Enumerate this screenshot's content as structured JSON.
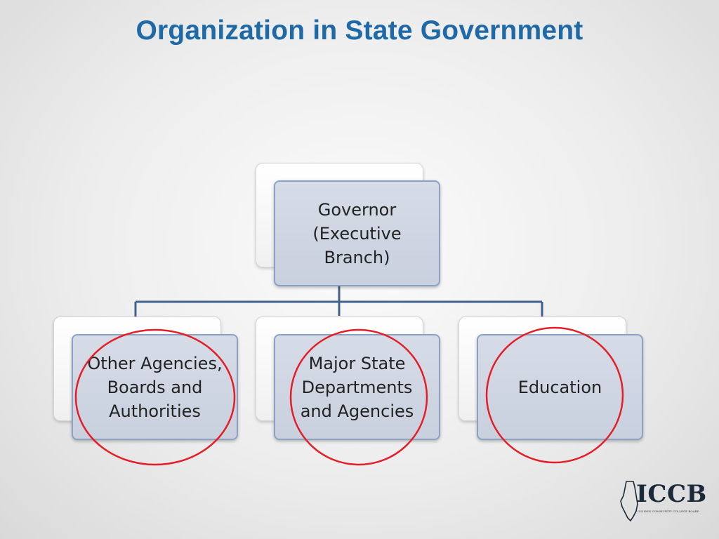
{
  "slide": {
    "title": "Organization in State Government"
  },
  "org_chart": {
    "root": {
      "label": "Governor\n(Executive\nBranch)"
    },
    "children": [
      {
        "label": "Other Agencies,\nBoards and\nAuthorities",
        "highlighted": true
      },
      {
        "label": "Major State\nDepartments\nand Agencies",
        "highlighted": true
      },
      {
        "label": "Education",
        "highlighted": true
      }
    ],
    "colors": {
      "connector": "#41608c",
      "highlight_circle": "#e41e26",
      "box_fill": "#cfd6e3",
      "box_border": "#8aa2c4"
    }
  },
  "logo": {
    "text": "ICCB",
    "subtext": "ILLINOIS COMMUNITY COLLEGE BOARD",
    "icon": "illinois-state-outline-icon"
  }
}
